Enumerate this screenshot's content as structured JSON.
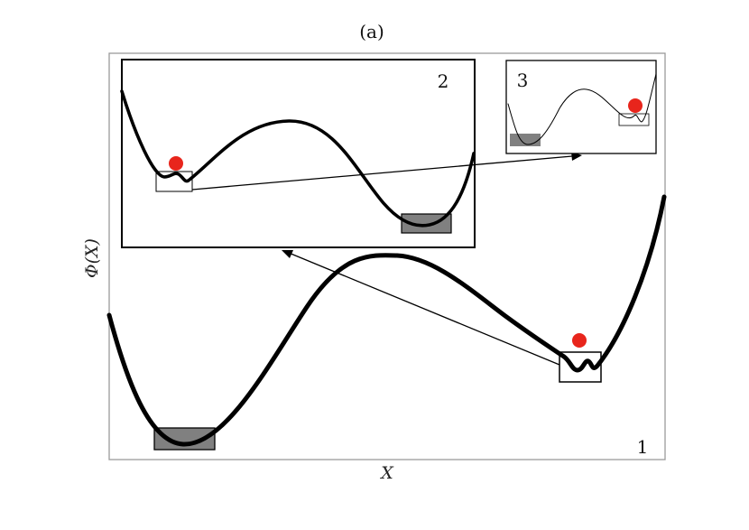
{
  "figure": {
    "title": "(a)",
    "xlabel": "X",
    "ylabel": "Φ(X)",
    "panels": [
      {
        "id": "1",
        "label": "1"
      },
      {
        "id": "2",
        "label": "2"
      },
      {
        "id": "3",
        "label": "3"
      }
    ],
    "colors": {
      "curve": "#000000",
      "particle": "#e8251c",
      "well_highlight": "#808080",
      "frame": "#999999",
      "inset_frame": "#000000"
    }
  }
}
